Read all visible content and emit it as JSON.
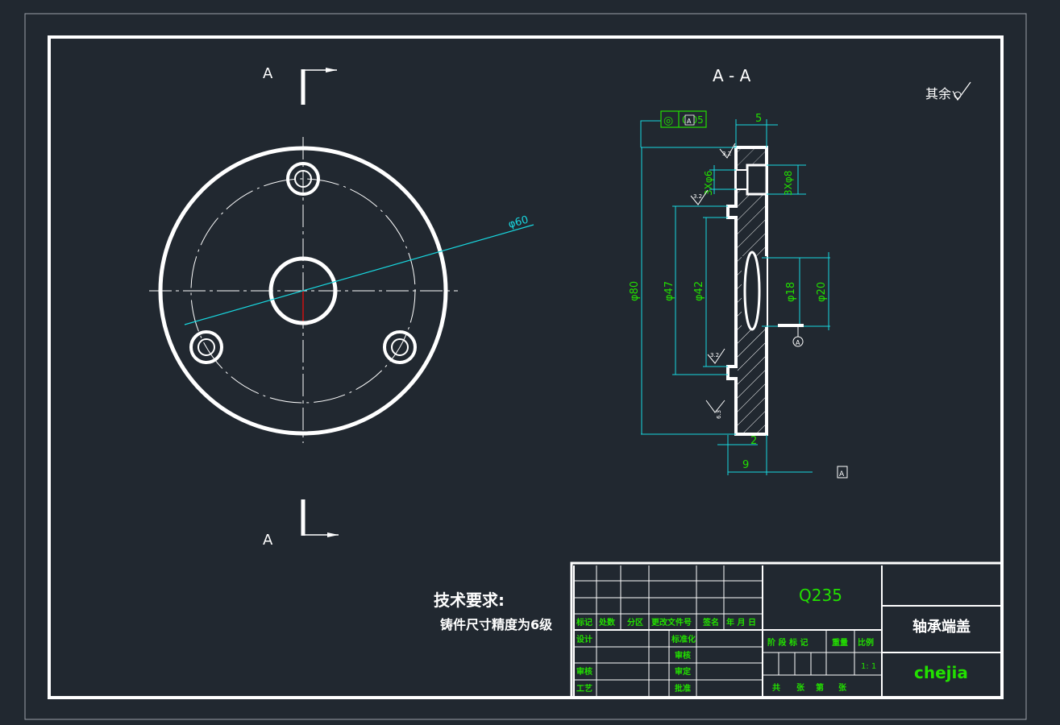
{
  "drawing": {
    "front_view": {
      "section_mark_top": "A",
      "section_mark_bottom": "A",
      "pcd_dim": "φ60"
    },
    "section_view": {
      "title": "A - A",
      "roughness_note": "其余",
      "tolerance_frame": {
        "symbol": "◎",
        "value": "0.05",
        "datum": "A"
      },
      "dims_top": "5",
      "dim_3x6": "3Xφ6",
      "dim_3x8": "3Xφ8",
      "dim_80": "φ80",
      "dim_47": "φ47",
      "dim_42": "φ42",
      "dim_18": "φ18",
      "dim_20": "φ20",
      "dim_2": "2",
      "dim_9": "9",
      "datum_label": "A",
      "roughness_values": [
        "3.2",
        "3.2",
        "3.2",
        "6.3"
      ]
    },
    "tech_req": {
      "title": "技术要求:",
      "line1": "铸件尺寸精度为6级"
    },
    "title_block": {
      "material": "Q235",
      "part_name": "轴承端盖",
      "company": "chejia",
      "scale": "1: 1",
      "headers_row": [
        "标记",
        "处数",
        "分区",
        "更改文件号",
        "签名",
        "年 月 日"
      ],
      "design": "设计",
      "standardize": "标准化",
      "review": "审核",
      "process": "工艺",
      "approve_small": "批准",
      "check": "审核",
      "confirm": "审定",
      "stage_mark": "阶 段 标 记",
      "weight": "重量",
      "ratio": "比例",
      "total": "共",
      "sheet": "张",
      "no": "第",
      "sheet2": "张"
    }
  },
  "colors": {
    "background": "#212830",
    "lines": "#ffffff",
    "dimension": "#18d8e0",
    "text_green": "#22e000",
    "center": "#cc1111"
  }
}
